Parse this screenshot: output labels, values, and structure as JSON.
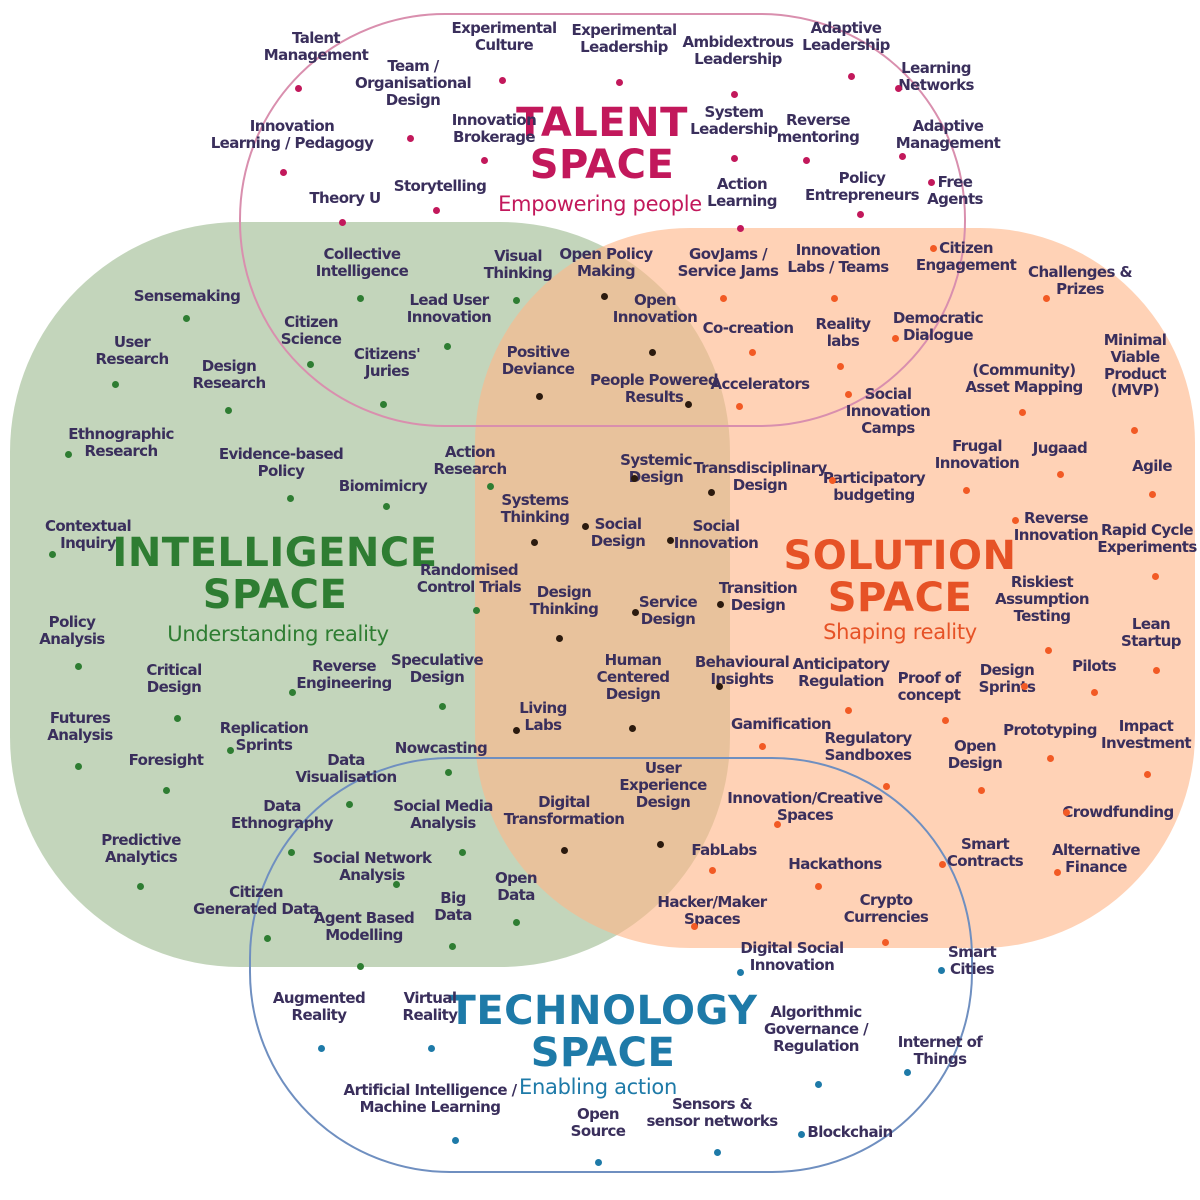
{
  "colors": {
    "talent": "#c2185b",
    "intelligence": "#2e7d32",
    "solution": "#e65226",
    "technology": "#1e7aa8",
    "core": "#2b1a0e"
  },
  "spaces": {
    "talent": {
      "title": "TALENT\nSPACE",
      "subtitle": "Empowering people"
    },
    "intelligence": {
      "title": "INTELLIGENCE\nSPACE",
      "subtitle": "Understanding reality"
    },
    "solution": {
      "title": "SOLUTION\nSPACE",
      "subtitle": "Shaping reality"
    },
    "technology": {
      "title": "TECHNOLOGY\nSPACE",
      "subtitle": "Enabling action"
    }
  },
  "nodes": [
    {
      "id": "talent-management",
      "label": "Talent\nManagement",
      "space": "talent"
    },
    {
      "id": "experimental-culture",
      "label": "Experimental\nCulture",
      "space": "talent"
    },
    {
      "id": "experimental-leadership",
      "label": "Experimental\nLeadership",
      "space": "talent"
    },
    {
      "id": "ambidextrous-leadership",
      "label": "Ambidextrous\nLeadership",
      "space": "talent"
    },
    {
      "id": "adaptive-leadership",
      "label": "Adaptive\nLeadership",
      "space": "talent"
    },
    {
      "id": "learning-networks",
      "label": "Learning\nNetworks",
      "space": "talent"
    },
    {
      "id": "team-organisational-design",
      "label": "Team /\nOrganisational\nDesign",
      "space": "talent"
    },
    {
      "id": "innovation-brokerage",
      "label": "Innovation\nBrokerage",
      "space": "talent"
    },
    {
      "id": "system-leadership",
      "label": "System\nLeadership",
      "space": "talent"
    },
    {
      "id": "reverse-mentoring",
      "label": "Reverse\nmentoring",
      "space": "talent"
    },
    {
      "id": "adaptive-management",
      "label": "Adaptive\nManagement",
      "space": "talent"
    },
    {
      "id": "innovation-learning-pedagogy",
      "label": "Innovation\nLearning / Pedagogy",
      "space": "talent"
    },
    {
      "id": "theory-u",
      "label": "Theory U",
      "space": "talent"
    },
    {
      "id": "storytelling",
      "label": "Storytelling",
      "space": "talent"
    },
    {
      "id": "action-learning",
      "label": "Action\nLearning",
      "space": "talent"
    },
    {
      "id": "policy-entrepreneurs",
      "label": "Policy\nEntrepreneurs",
      "space": "talent"
    },
    {
      "id": "free-agents",
      "label": "Free\nAgents",
      "space": "talent"
    },
    {
      "id": "collective-intelligence",
      "label": "Collective\nIntelligence",
      "space": "intel"
    },
    {
      "id": "visual-thinking",
      "label": "Visual\nThinking",
      "space": "intel"
    },
    {
      "id": "open-policy-making",
      "label": "Open Policy\nMaking",
      "space": "core"
    },
    {
      "id": "govjams",
      "label": "GovJams /\nService Jams",
      "space": "solution"
    },
    {
      "id": "innovation-labs",
      "label": "Innovation\nLabs / Teams",
      "space": "solution"
    },
    {
      "id": "citizen-engagement",
      "label": "Citizen\nEngagement",
      "space": "solution"
    },
    {
      "id": "challenges-prizes",
      "label": "Challenges &\nPrizes",
      "space": "solution"
    },
    {
      "id": "sensemaking",
      "label": "Sensemaking",
      "space": "intel"
    },
    {
      "id": "citizen-science",
      "label": "Citizen\nScience",
      "space": "intel"
    },
    {
      "id": "lead-user-innovation",
      "label": "Lead User\nInnovation",
      "space": "intel"
    },
    {
      "id": "open-innovation",
      "label": "Open\nInnovation",
      "space": "core"
    },
    {
      "id": "co-creation",
      "label": "Co-creation",
      "space": "solution"
    },
    {
      "id": "reality-labs",
      "label": "Reality\nlabs",
      "space": "solution"
    },
    {
      "id": "democratic-dialogue",
      "label": "Democratic\nDialogue",
      "space": "solution"
    },
    {
      "id": "minimal-viable-product",
      "label": "Minimal\nViable\nProduct\n(MVP)",
      "space": "solution"
    },
    {
      "id": "user-research",
      "label": "User\nResearch",
      "space": "intel"
    },
    {
      "id": "design-research",
      "label": "Design\nResearch",
      "space": "intel"
    },
    {
      "id": "citizens-juries",
      "label": "Citizens'\nJuries",
      "space": "intel"
    },
    {
      "id": "positive-deviance",
      "label": "Positive\nDeviance",
      "space": "core"
    },
    {
      "id": "people-powered-results",
      "label": "People Powered\nResults",
      "space": "core"
    },
    {
      "id": "accelerators",
      "label": "Accelerators",
      "space": "solution"
    },
    {
      "id": "social-innovation-camps",
      "label": "Social\nInnovation\nCamps",
      "space": "solution"
    },
    {
      "id": "community-asset-mapping",
      "label": "(Community)\nAsset Mapping",
      "space": "solution"
    },
    {
      "id": "ethnographic-research",
      "label": "Ethnographic\nResearch",
      "space": "intel"
    },
    {
      "id": "evidence-based-policy",
      "label": "Evidence-based\nPolicy",
      "space": "intel"
    },
    {
      "id": "biomimicry",
      "label": "Biomimicry",
      "space": "intel"
    },
    {
      "id": "action-research",
      "label": "Action\nResearch",
      "space": "intel"
    },
    {
      "id": "systemic-design",
      "label": "Systemic\nDesign",
      "space": "core"
    },
    {
      "id": "transdisciplinary-design",
      "label": "Transdisciplinary\nDesign",
      "space": "core"
    },
    {
      "id": "participatory-budgeting",
      "label": "Participatory\nbudgeting",
      "space": "solution"
    },
    {
      "id": "frugal-innovation",
      "label": "Frugal\nInnovation",
      "space": "solution"
    },
    {
      "id": "jugaad",
      "label": "Jugaad",
      "space": "solution"
    },
    {
      "id": "agile",
      "label": "Agile",
      "space": "solution"
    },
    {
      "id": "contextual-inquiry",
      "label": "Contextual\nInquiry",
      "space": "intel"
    },
    {
      "id": "systems-thinking",
      "label": "Systems\nThinking",
      "space": "core"
    },
    {
      "id": "social-design",
      "label": "Social\nDesign",
      "space": "core"
    },
    {
      "id": "social-innovation",
      "label": "Social\nInnovation",
      "space": "core"
    },
    {
      "id": "reverse-innovation",
      "label": "Reverse\nInnovation",
      "space": "solution"
    },
    {
      "id": "rapid-cycle-experiments",
      "label": "Rapid Cycle\nExperiments",
      "space": "solution"
    },
    {
      "id": "randomised-control-trials",
      "label": "Randomised\nControl Trials",
      "space": "intel"
    },
    {
      "id": "design-thinking",
      "label": "Design\nThinking",
      "space": "core"
    },
    {
      "id": "service-design",
      "label": "Service\nDesign",
      "space": "core"
    },
    {
      "id": "transition-design",
      "label": "Transition\nDesign",
      "space": "core"
    },
    {
      "id": "riskiest-assumption-testing",
      "label": "Riskiest\nAssumption\nTesting",
      "space": "solution"
    },
    {
      "id": "lean-startup",
      "label": "Lean\nStartup",
      "space": "solution"
    },
    {
      "id": "policy-analysis",
      "label": "Policy\nAnalysis",
      "space": "intel"
    },
    {
      "id": "critical-design",
      "label": "Critical\nDesign",
      "space": "intel"
    },
    {
      "id": "reverse-engineering",
      "label": "Reverse\nEngineering",
      "space": "intel"
    },
    {
      "id": "speculative-design",
      "label": "Speculative\nDesign",
      "space": "intel"
    },
    {
      "id": "human-centered-design",
      "label": "Human\nCentered\nDesign",
      "space": "core"
    },
    {
      "id": "behavioural-insights",
      "label": "Behavioural\nInsights",
      "space": "core"
    },
    {
      "id": "anticipatory-regulation",
      "label": "Anticipatory\nRegulation",
      "space": "solution"
    },
    {
      "id": "proof-of-concept",
      "label": "Proof of\nconcept",
      "space": "solution"
    },
    {
      "id": "design-sprints",
      "label": "Design\nSprints",
      "space": "solution"
    },
    {
      "id": "pilots",
      "label": "Pilots",
      "space": "solution"
    },
    {
      "id": "futures-analysis",
      "label": "Futures\nAnalysis",
      "space": "intel"
    },
    {
      "id": "foresight",
      "label": "Foresight",
      "space": "intel"
    },
    {
      "id": "replication-sprints",
      "label": "Replication\nSprints",
      "space": "intel"
    },
    {
      "id": "living-labs",
      "label": "Living\nLabs",
      "space": "core"
    },
    {
      "id": "gamification",
      "label": "Gamification",
      "space": "solution"
    },
    {
      "id": "regulatory-sandboxes",
      "label": "Regulatory\nSandboxes",
      "space": "solution"
    },
    {
      "id": "prototyping",
      "label": "Prototyping",
      "space": "solution"
    },
    {
      "id": "impact-investment",
      "label": "Impact\nInvestment",
      "space": "solution"
    },
    {
      "id": "data-visualisation",
      "label": "Data\nVisualisation",
      "space": "intel"
    },
    {
      "id": "nowcasting",
      "label": "Nowcasting",
      "space": "intel"
    },
    {
      "id": "open-design",
      "label": "Open\nDesign",
      "space": "solution"
    },
    {
      "id": "user-experience-design",
      "label": "User\nExperience\nDesign",
      "space": "core"
    },
    {
      "id": "crowdfunding",
      "label": "Crowdfunding",
      "space": "solution"
    },
    {
      "id": "data-ethnography",
      "label": "Data\nEthnography",
      "space": "intel"
    },
    {
      "id": "social-media-analysis",
      "label": "Social Media\nAnalysis",
      "space": "intel"
    },
    {
      "id": "digital-transformation",
      "label": "Digital\nTransformation",
      "space": "core"
    },
    {
      "id": "innovation-creative-spaces",
      "label": "Innovation/Creative\nSpaces",
      "space": "solution"
    },
    {
      "id": "predictive-analytics",
      "label": "Predictive\nAnalytics",
      "space": "intel"
    },
    {
      "id": "social-network-analysis",
      "label": "Social Network\nAnalysis",
      "space": "intel"
    },
    {
      "id": "fablabs",
      "label": "FabLabs",
      "space": "solution"
    },
    {
      "id": "hackathons",
      "label": "Hackathons",
      "space": "solution"
    },
    {
      "id": "smart-contracts",
      "label": "Smart\nContracts",
      "space": "solution"
    },
    {
      "id": "alternative-finance",
      "label": "Alternative\nFinance",
      "space": "solution"
    },
    {
      "id": "open-data",
      "label": "Open\nData",
      "space": "intel"
    },
    {
      "id": "citizen-generated-data",
      "label": "Citizen\nGenerated Data",
      "space": "intel"
    },
    {
      "id": "big-data",
      "label": "Big\nData",
      "space": "intel"
    },
    {
      "id": "agent-based-modelling",
      "label": "Agent Based\nModelling",
      "space": "intel"
    },
    {
      "id": "hacker-maker-spaces",
      "label": "Hacker/Maker\nSpaces",
      "space": "solution"
    },
    {
      "id": "crypto-currencies",
      "label": "Crypto\nCurrencies",
      "space": "solution"
    },
    {
      "id": "digital-social-innovation",
      "label": "Digital Social\nInnovation",
      "space": "tech"
    },
    {
      "id": "smart-cities",
      "label": "Smart\nCities",
      "space": "tech"
    },
    {
      "id": "augmented-reality",
      "label": "Augmented\nReality",
      "space": "tech"
    },
    {
      "id": "virtual-reality",
      "label": "Virtual\nReality",
      "space": "tech"
    },
    {
      "id": "algorithmic-governance",
      "label": "Algorithmic\nGovernance /\nRegulation",
      "space": "tech"
    },
    {
      "id": "internet-of-things",
      "label": "Internet of\nThings",
      "space": "tech"
    },
    {
      "id": "artificial-intelligence",
      "label": "Artificial Intelligence /\nMachine Learning",
      "space": "tech"
    },
    {
      "id": "open-source",
      "label": "Open\nSource",
      "space": "tech"
    },
    {
      "id": "sensors-networks",
      "label": "Sensors &\nsensor networks",
      "space": "tech"
    },
    {
      "id": "blockchain",
      "label": "Blockchain",
      "space": "tech"
    }
  ]
}
